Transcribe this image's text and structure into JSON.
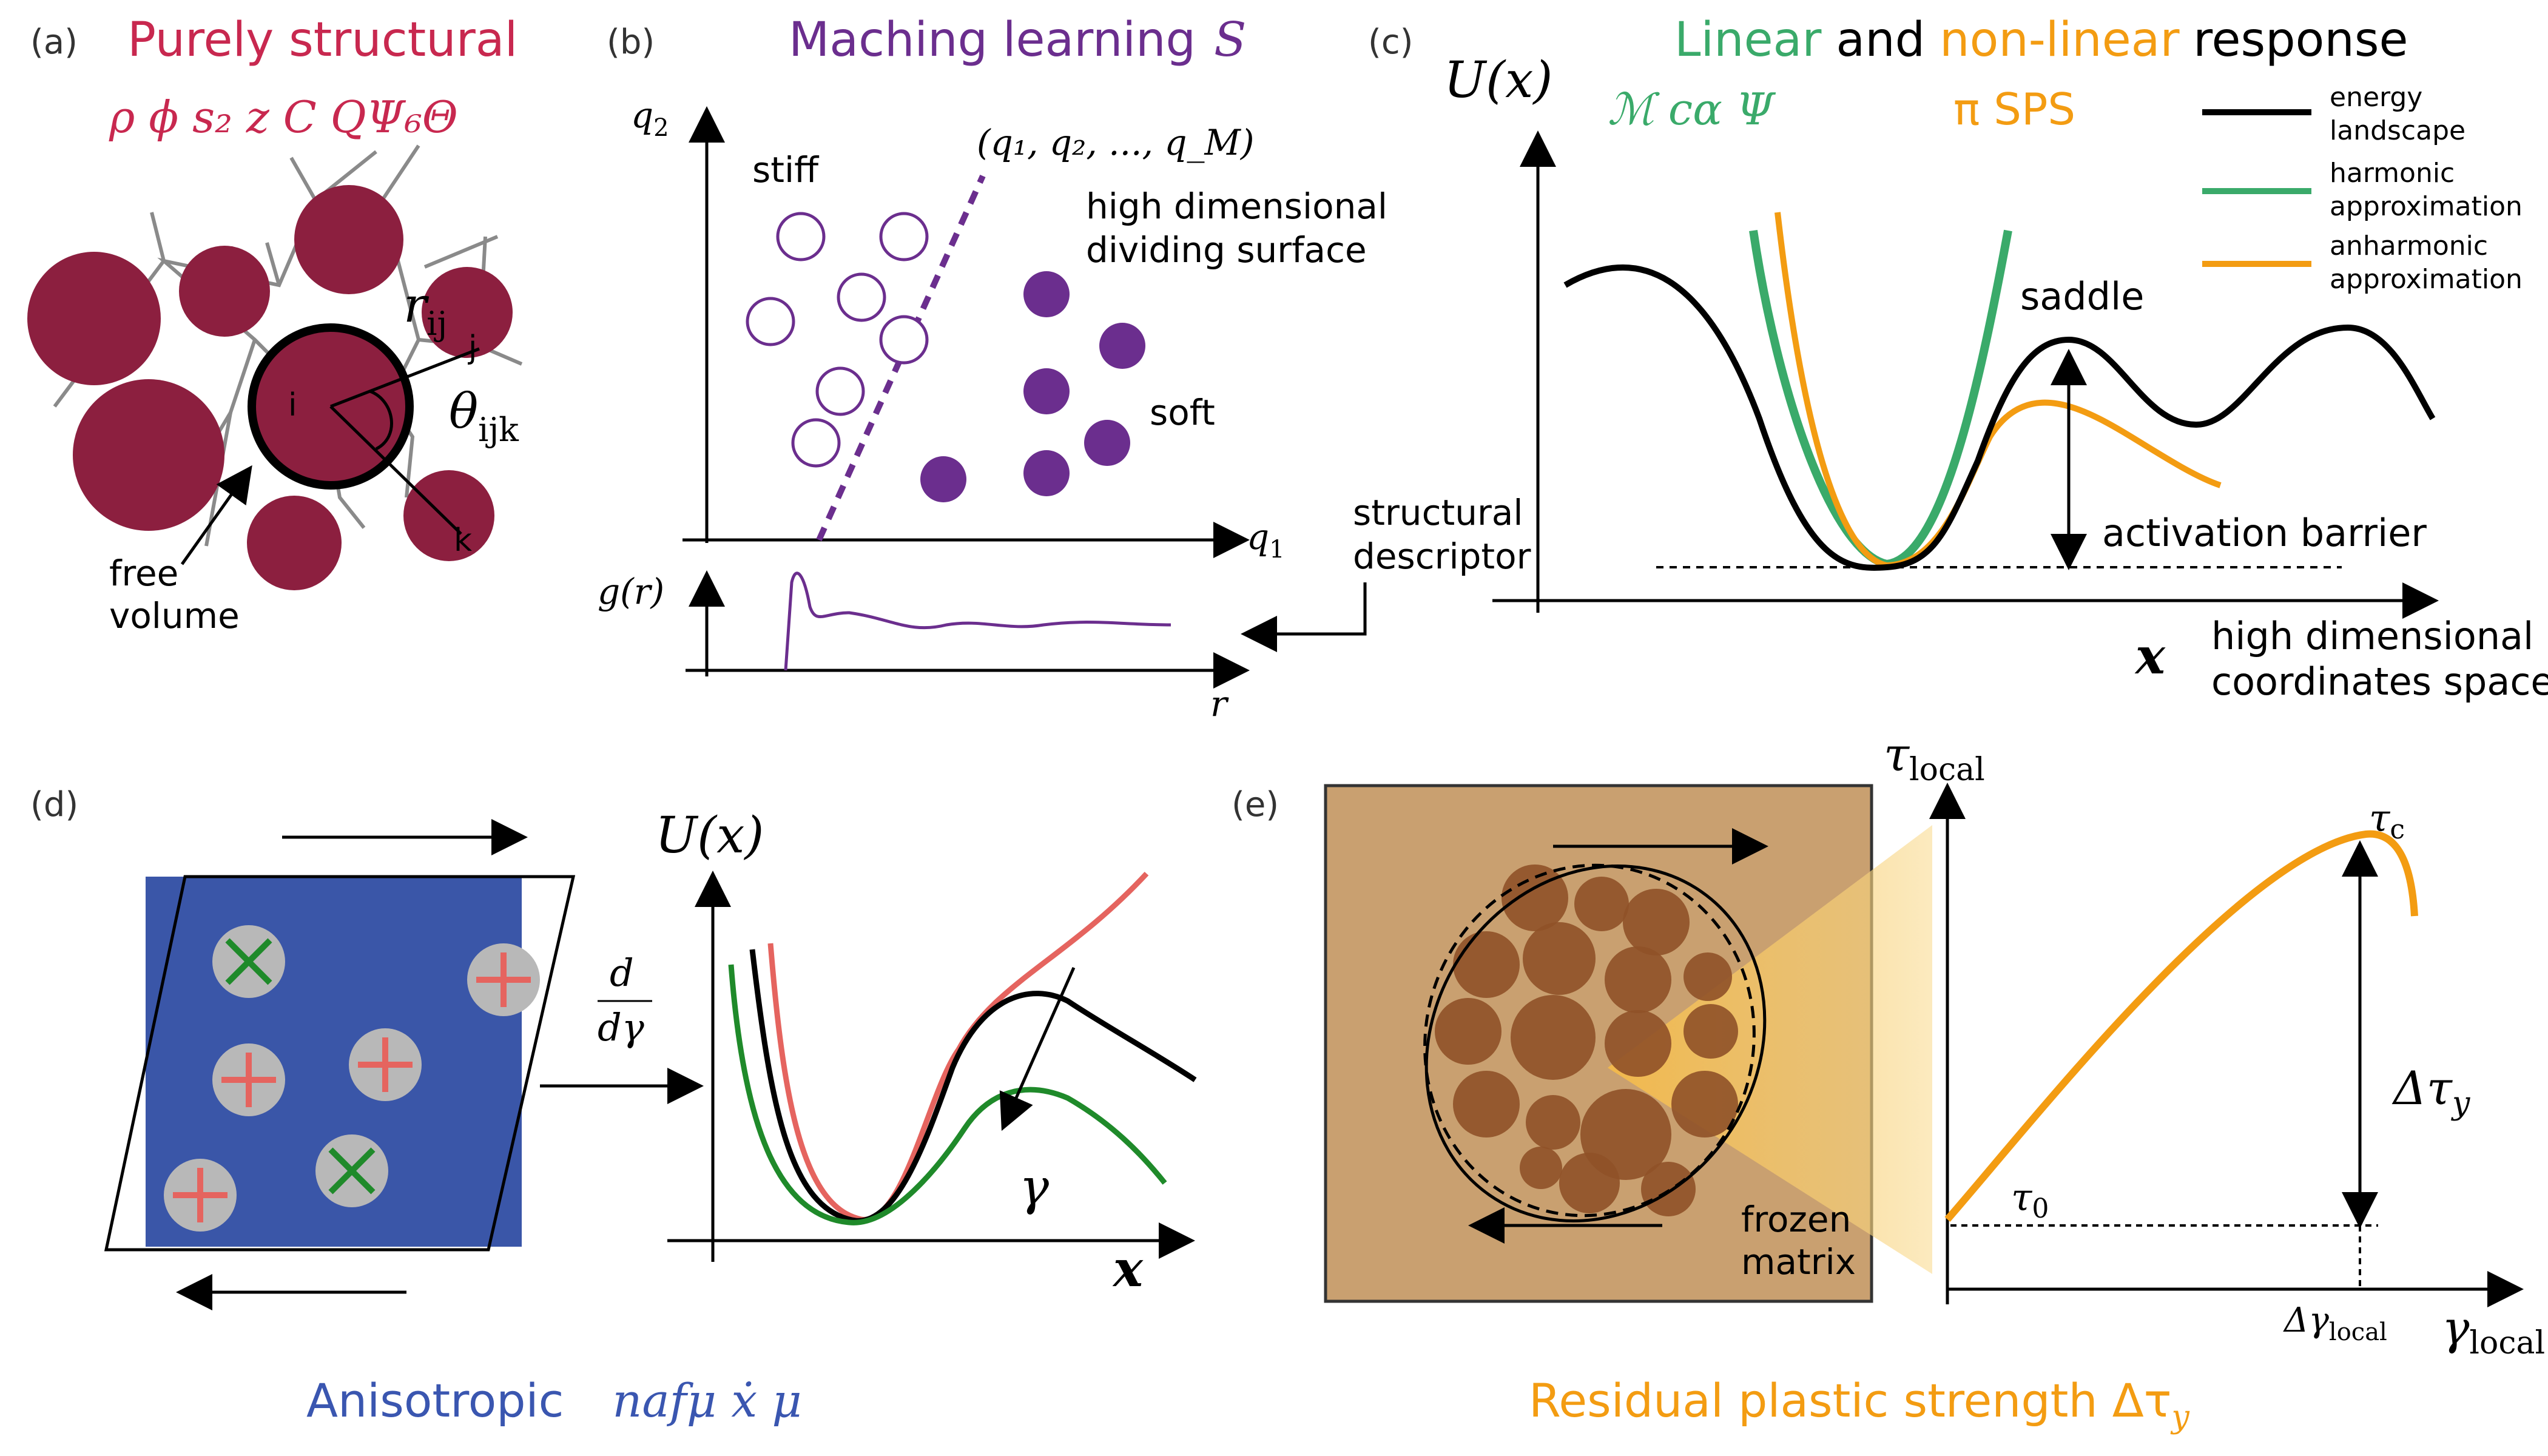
{
  "colors": {
    "red": "#c8284f",
    "purple": "#6b2e8e",
    "green": "#3aaa6a",
    "orange": "#f39c12",
    "blue": "#3a56b0",
    "maroon": "#8c1f3f",
    "black": "#000000",
    "salmon": "#e5645f",
    "darkgreen": "#1f8a2a"
  },
  "panel_a": {
    "label": "(a)",
    "title": "Purely structural",
    "symbols": "ρ  ϕ  s₂  z  C  QΨ₆Θ",
    "r_ij": "r",
    "r_ij_sub": "ij",
    "theta": "θ",
    "theta_sub": "ijk",
    "i": "i",
    "j": "j",
    "k": "k",
    "free_volume_1": "free",
    "free_volume_2": "volume"
  },
  "panel_b": {
    "label": "(b)",
    "title": "Maching learning",
    "title_symbol": "S",
    "q2": "q",
    "q2_sub": "2",
    "q1": "q",
    "q1_sub": "1",
    "tuple": "(q₁, q₂, ..., q_M)",
    "stiff": "stiff",
    "soft": "soft",
    "surface_1": "high dimensional",
    "surface_2": "dividing surface",
    "descriptor_1": "structural",
    "descriptor_2": "descriptor",
    "g_label": "g(r)",
    "r_label": "r"
  },
  "panel_c": {
    "label": "(c)",
    "title_linear": "Linear",
    "title_and": "and",
    "title_nonlinear": "non-linear",
    "title_response": "response",
    "linear_symbols": "ℳ cα Ψ",
    "nonlinear_symbols": "π SPS",
    "y_label": "U(x)",
    "x_label": "x",
    "legend": {
      "energy_1": "energy",
      "energy_2": "landscape",
      "harmonic_1": "harmonic",
      "harmonic_2": "approximation",
      "anharmonic_1": "anharmonic",
      "anharmonic_2": "approximation"
    },
    "saddle": "saddle",
    "barrier": "activation barrier",
    "space_1": "high dimensional",
    "space_2": "coordinates space"
  },
  "panel_d": {
    "label": "(d)",
    "derivative_top": "d",
    "derivative_bottom": "dγ",
    "y_label": "U(x)",
    "x_label": "x",
    "gamma": "γ",
    "caption_left": "Anisotropic",
    "caption_right": "nafμ  ẋ  μ"
  },
  "panel_e": {
    "label": "(e)",
    "y_label": "τ",
    "y_sub": "local",
    "x_label": "γ",
    "x_sub": "local",
    "tau_c": "τ",
    "tau_c_sub": "c",
    "tau_0": "τ",
    "tau_0_sub": "0",
    "delta_tau": "Δτ",
    "delta_tau_sub": "y",
    "delta_gamma": "Δγ",
    "delta_gamma_sub": "local",
    "frozen_1": "frozen",
    "frozen_2": "matrix",
    "caption": "Residual plastic strength Δτ",
    "caption_sub": "y"
  }
}
